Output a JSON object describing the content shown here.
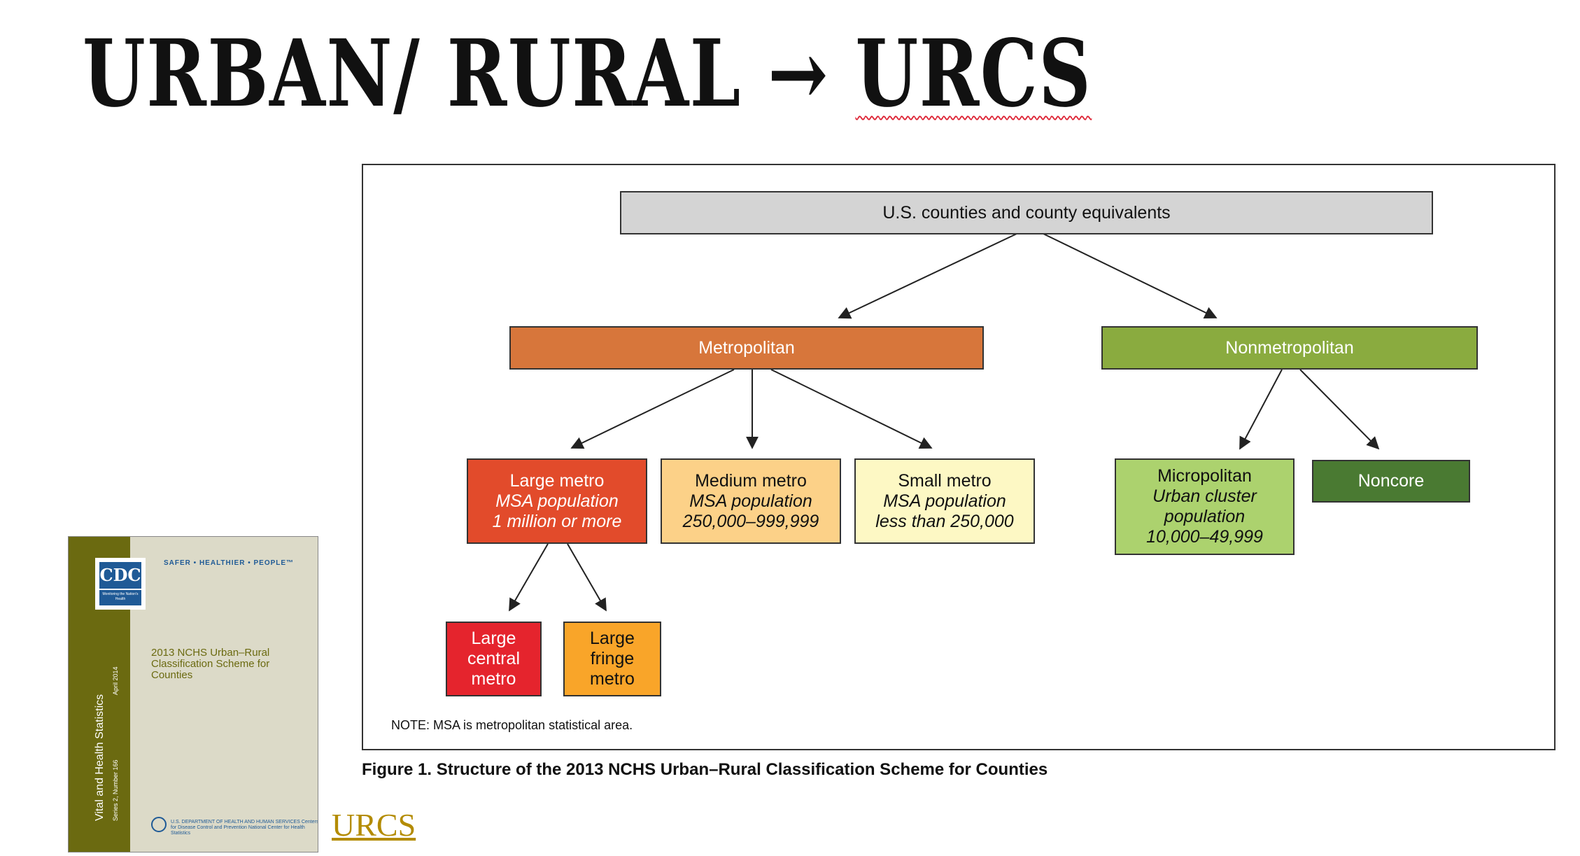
{
  "title": {
    "part1": "URBAN/ RURAL ",
    "arrow": "→",
    "part2": "URCS"
  },
  "figure": {
    "root": "U.S. counties and county equivalents",
    "metro": "Metropolitan",
    "nonmetro": "Nonmetropolitan",
    "large_metro": {
      "name": "Large metro",
      "line2": "MSA population",
      "line3": "1 million or more"
    },
    "medium_metro": {
      "name": "Medium metro",
      "line2": "MSA population",
      "line3": "250,000–999,999"
    },
    "small_metro": {
      "name": "Small metro",
      "line2": "MSA population",
      "line3": "less than 250,000"
    },
    "micropolitan": {
      "name": "Micropolitan",
      "line2": "Urban cluster",
      "line3": "population",
      "line4": "10,000–49,999"
    },
    "noncore": "Noncore",
    "large_central": {
      "l1": "Large",
      "l2": "central",
      "l3": "metro"
    },
    "large_fringe": {
      "l1": "Large",
      "l2": "fringe",
      "l3": "metro"
    },
    "note": "NOTE: MSA is metropolitan statistical area.",
    "caption": "Figure 1. Structure of the 2013 NCHS Urban–Rural Classification Scheme for Counties"
  },
  "colors": {
    "root": "#d4d4d4",
    "metro": "#d7763b",
    "nonmetro": "#8aab3f",
    "large_metro": "#e24b2b",
    "medium_metro": "#fcd188",
    "small_metro": "#fdf8c4",
    "micropolitan": "#acd26e",
    "noncore": "#4a7a32",
    "large_central": "#e5242d",
    "large_fringe": "#f9a529"
  },
  "cover": {
    "tagline": "SAFER • HEALTHIER • PEOPLE™",
    "cdc": "CDC",
    "cdc_sub": "Monitoring the Nation's Health",
    "title": "2013 NCHS Urban–Rural Classification Scheme for Counties",
    "spine_main": "Vital and Health Statistics",
    "spine_series": "Series 2, Number 166",
    "spine_date": "April 2014",
    "hhs": "U.S. DEPARTMENT OF HEALTH AND HUMAN SERVICES Centers for Disease Control and Prevention National Center for Health Statistics"
  },
  "link": {
    "label": "URCS"
  }
}
